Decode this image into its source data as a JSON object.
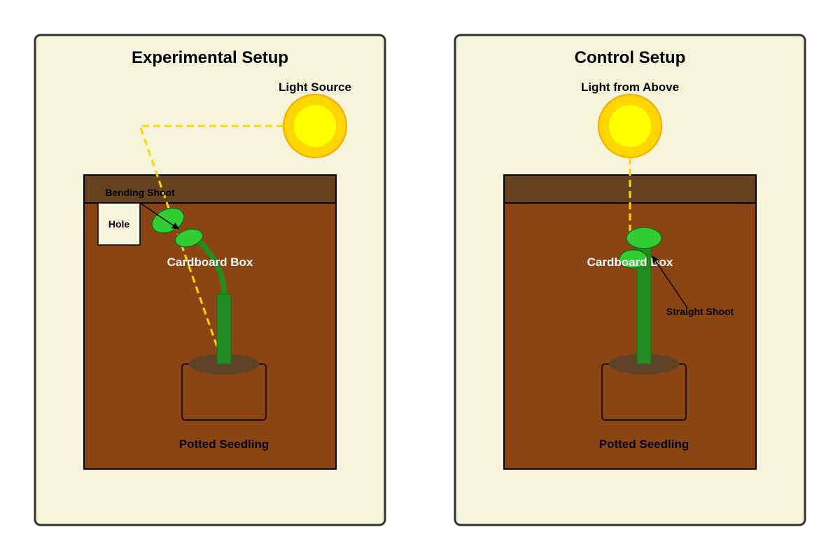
{
  "colors": {
    "panel_bg": "#f5f5dc",
    "panel_border": "#333333",
    "box_body": "#8b4513",
    "box_top": "#654321",
    "sun_outer": "#ffd700",
    "sun_inner": "#ffff00",
    "sun_ring": "#ffa500",
    "light_ray": "#ffd700",
    "stem": "#228b22",
    "leaf": "#32cd32",
    "soil": "#5d4427"
  },
  "experimental": {
    "title": "Experimental Setup",
    "light_label": "Light Source",
    "hole_label": "Hole",
    "box_label": "Cardboard Box",
    "shoot_label": "Bending Shoot",
    "pot_label": "Potted Seedling"
  },
  "control": {
    "title": "Control Setup",
    "light_label": "Light from Above",
    "box_label": "Cardboard Box",
    "shoot_label": "Straight Shoot",
    "pot_label": "Potted Seedling"
  },
  "icons": [
    "sun-icon",
    "seedling-icon",
    "arrow-icon"
  ]
}
